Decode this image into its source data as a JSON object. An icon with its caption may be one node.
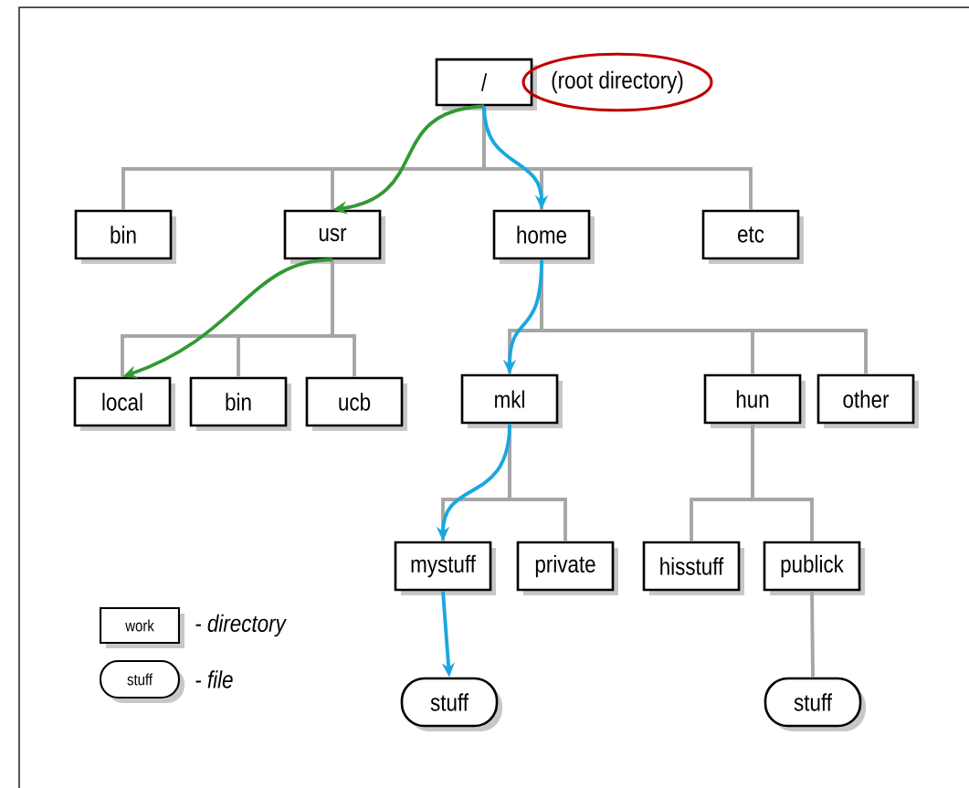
{
  "diagram": {
    "nodes": [
      {
        "text": [
          "/"
        ]
      },
      {
        "text": [
          "(root directory)"
        ]
      },
      {
        "text": [
          "bin"
        ]
      },
      {
        "text": [
          "usr"
        ]
      },
      {
        "text": [
          "home"
        ]
      },
      {
        "text": [
          "etc"
        ]
      },
      {
        "text": [
          "local"
        ]
      },
      {
        "text": [
          "bin"
        ]
      },
      {
        "text": [
          "ucb"
        ]
      },
      {
        "text": [
          "mkl"
        ]
      },
      {
        "text": [
          "hun"
        ]
      },
      {
        "text": [
          "other"
        ]
      },
      {
        "text": [
          "mystuff"
        ]
      },
      {
        "text": [
          "private"
        ]
      },
      {
        "text": [
          "hisstuff"
        ]
      },
      {
        "text": [
          "publick"
        ]
      },
      {
        "text": [
          "stuff"
        ]
      },
      {
        "text": [
          "stuff"
        ]
      },
      {
        "text": [
          "work"
        ]
      },
      {
        "text": [
          "stuff"
        ]
      }
    ],
    "edges": [
      {
        "from": 0,
        "to": 2,
        "arrow": "none"
      },
      {
        "from": 0,
        "to": 3,
        "arrow": "none"
      },
      {
        "from": 0,
        "to": 4,
        "arrow": "none"
      },
      {
        "from": 0,
        "to": 5,
        "arrow": "none"
      },
      {
        "from": 3,
        "to": 6,
        "arrow": "none"
      },
      {
        "from": 3,
        "to": 7,
        "arrow": "none"
      },
      {
        "from": 3,
        "to": 8,
        "arrow": "none"
      },
      {
        "from": 4,
        "to": 9,
        "arrow": "none"
      },
      {
        "from": 4,
        "to": 10,
        "arrow": "none"
      },
      {
        "from": 4,
        "to": 11,
        "arrow": "none"
      },
      {
        "from": 9,
        "to": 12,
        "arrow": "none"
      },
      {
        "from": 9,
        "to": 13,
        "arrow": "none"
      },
      {
        "from": 10,
        "to": 14,
        "arrow": "none"
      },
      {
        "from": 10,
        "to": 15,
        "arrow": "none"
      },
      {
        "from": 15,
        "to": 17,
        "arrow": "none"
      },
      {
        "from": 0,
        "to": 3,
        "arrow": "to",
        "color": "#339933"
      },
      {
        "from": 3,
        "to": 6,
        "arrow": "to",
        "color": "#339933"
      },
      {
        "from": 0,
        "to": 4,
        "arrow": "to",
        "color": "#1aa7e0"
      },
      {
        "from": 4,
        "to": 9,
        "arrow": "to",
        "color": "#1aa7e0"
      },
      {
        "from": 9,
        "to": 12,
        "arrow": "to",
        "color": "#1aa7e0"
      },
      {
        "from": 12,
        "to": 16,
        "arrow": "to",
        "color": "#1aa7e0"
      }
    ],
    "legend": [
      {
        "text": "- directory"
      },
      {
        "text": "- file"
      }
    ]
  }
}
